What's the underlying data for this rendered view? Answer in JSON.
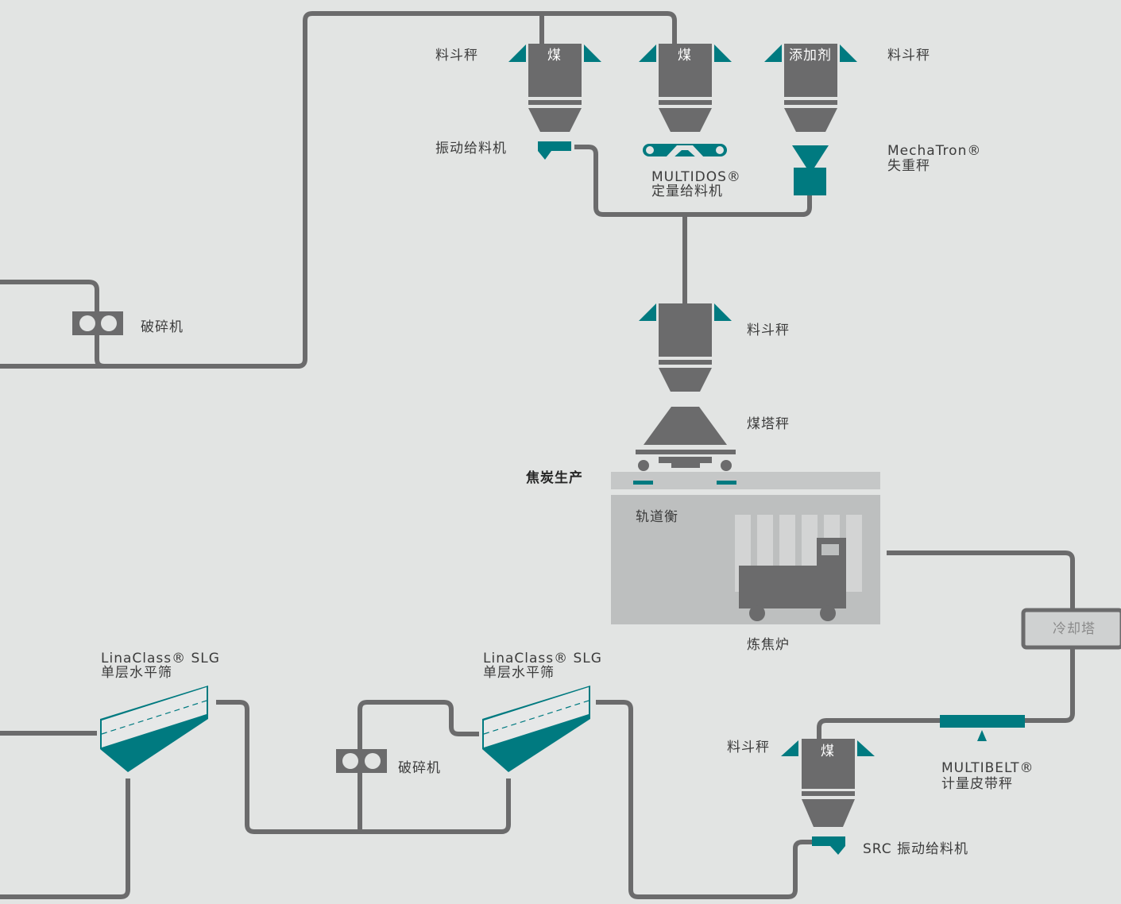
{
  "colors": {
    "background": "#e2e4e3",
    "pipe": "#6b6b6c",
    "equipment": "#6b6b6c",
    "accent_teal": "#007a80",
    "panel_light": "#c5c7c7",
    "panel_mid": "#bdbfbf",
    "label_text": "#3c3c3c"
  },
  "labels": {
    "hopper_scale_tl": "料斗秤",
    "hopper_coal_1": "煤",
    "hopper_coal_2": "煤",
    "hopper_additive": "添加剂",
    "hopper_scale_tr": "料斗秤",
    "vibratory_feeder": "振动给料机",
    "multidos_line1": "MULTIDOS®",
    "multidos_line2": "定量给料机",
    "mechatron_line1": "MechaTron®",
    "mechatron_line2": "失重秤",
    "crusher_top": "破碎机",
    "hopper_scale_mid": "料斗秤",
    "coal_tower_scale": "煤塔秤",
    "coke_production": "焦炭生产",
    "rail_scale": "轨道衡",
    "coke_oven": "炼焦炉",
    "cooling_tower": "冷却塔",
    "screen1_line1": "LinaClass® SLG",
    "screen1_line2": "单层水平筛",
    "screen2_line1": "LinaClass® SLG",
    "screen2_line2": "单层水平筛",
    "crusher_bottom": "破碎机",
    "hopper_scale_bottom": "料斗秤",
    "hopper_coal_bottom": "煤",
    "multibelt_line1": "MULTIBELT®",
    "multibelt_line2": "计量皮带秤",
    "src_feeder": "SRC 振动给料机"
  }
}
